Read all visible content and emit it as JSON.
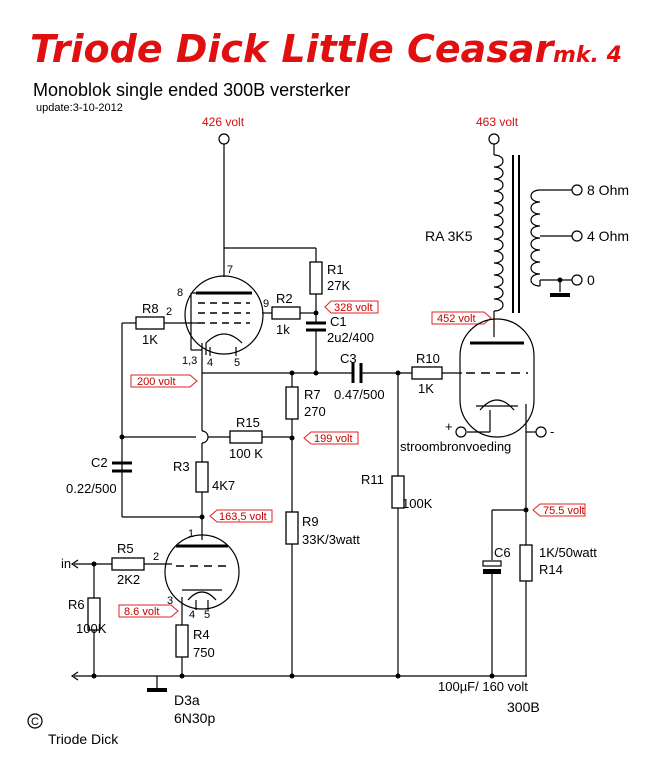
{
  "title": "Triode Dick Little Ceasar",
  "title_suffix": "mk. 4",
  "subtitle": "Monoblok single ended 300B versterker",
  "update": "update:3-10-2012",
  "copyright_symbol": "C",
  "author": "Triode Dick",
  "supply_left": "426 volt",
  "supply_right": "463 volt",
  "transformer": {
    "label": "RA 3K5",
    "taps": [
      "8 Ohm",
      "4 Ohm",
      "0"
    ]
  },
  "input_label": "in",
  "stroomvoeding": {
    "label": "stroombronvoeding",
    "plus": "+",
    "minus": "-"
  },
  "voltages": {
    "v328": "328 volt",
    "v452": "452 volt",
    "v200": "200 volt",
    "v199": "199 volt",
    "v163": "163,5 volt",
    "v8": "8.6 volt",
    "v75": "75.5 volt"
  },
  "components": {
    "R1": {
      "name": "R1",
      "value": "27K"
    },
    "R2": {
      "name": "R2",
      "value": "1k"
    },
    "C1": {
      "name": "C1",
      "value": "2u2/400"
    },
    "R8": {
      "name": "R8",
      "value": "1K"
    },
    "C3": {
      "name": "C3",
      "value": "0.47/500"
    },
    "R10": {
      "name": "R10",
      "value": "1K"
    },
    "R7": {
      "name": "R7",
      "value": "270"
    },
    "R15": {
      "name": "R15",
      "value": "100 K"
    },
    "C2": {
      "name": "C2",
      "value": "0.22/500"
    },
    "R3": {
      "name": "R3",
      "value": "4K7"
    },
    "R11": {
      "name": "R11",
      "value": "100K"
    },
    "R9": {
      "name": "R9",
      "value": "33K/3watt"
    },
    "R5": {
      "name": "R5",
      "value": "2K2"
    },
    "R6": {
      "name": "R6",
      "value": "100K"
    },
    "R4": {
      "name": "R4",
      "value": "750"
    },
    "C6": {
      "name": "C6",
      "value": "100µF/ 160 volt"
    },
    "R14": {
      "name": "R14",
      "value": "1K/50watt"
    }
  },
  "tubes": {
    "pentode_pins": {
      "p8": "8",
      "p2": "2",
      "p7": "7",
      "p9": "9",
      "p13": "1,3",
      "p4": "4",
      "p5": "5"
    },
    "triode_pins": {
      "p1": "1",
      "p2": "2",
      "p3": "3",
      "p4": "4",
      "p5": "5"
    },
    "d3a": "D3a",
    "n6n30p": "6N30p",
    "power": "300B"
  }
}
